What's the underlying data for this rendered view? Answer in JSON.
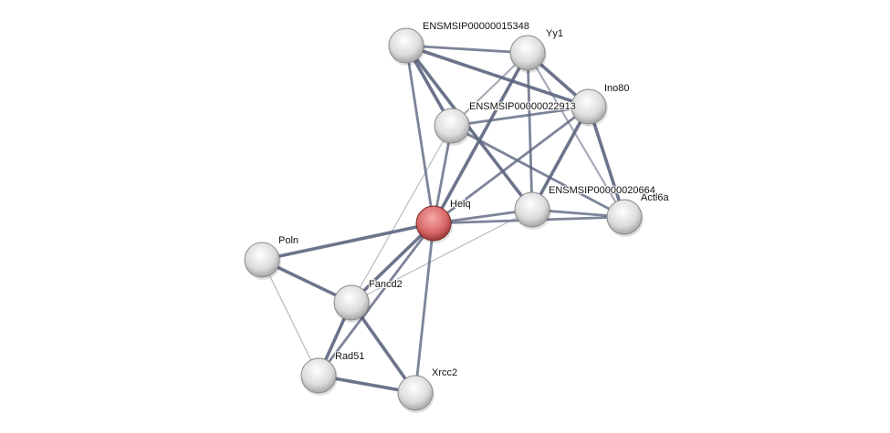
{
  "network": {
    "query_node": "Helq",
    "colors": {
      "query": "#e07070",
      "other": "#e6e6e6",
      "edge": "#5c6580"
    },
    "nodes": [
      {
        "id": "ENSMSIP00000015348",
        "label": "ENSMSIP00000015348"
      },
      {
        "id": "Yy1",
        "label": "Yy1"
      },
      {
        "id": "Ino80",
        "label": "Ino80"
      },
      {
        "id": "ENSMSIP00000022913",
        "label": "ENSMSIP00000022913"
      },
      {
        "id": "ENSMSIP00000020664",
        "label": "ENSMSIP00000020664"
      },
      {
        "id": "Actl6a",
        "label": "Actl6a"
      },
      {
        "id": "Helq",
        "label": "Helq"
      },
      {
        "id": "Poln",
        "label": "Poln"
      },
      {
        "id": "Fancd2",
        "label": "Fancd2"
      },
      {
        "id": "Rad51",
        "label": "Rad51"
      },
      {
        "id": "Xrcc2",
        "label": "Xrcc2"
      }
    ],
    "edges": [
      {
        "from": "ENSMSIP00000015348",
        "to": "Yy1",
        "strength": "medium"
      },
      {
        "from": "ENSMSIP00000015348",
        "to": "Ino80",
        "strength": "high"
      },
      {
        "from": "ENSMSIP00000015348",
        "to": "ENSMSIP00000022913",
        "strength": "high"
      },
      {
        "from": "ENSMSIP00000015348",
        "to": "ENSMSIP00000020664",
        "strength": "high"
      },
      {
        "from": "ENSMSIP00000015348",
        "to": "Helq",
        "strength": "medium"
      },
      {
        "from": "Yy1",
        "to": "Ino80",
        "strength": "high"
      },
      {
        "from": "Yy1",
        "to": "ENSMSIP00000022913",
        "strength": "low"
      },
      {
        "from": "Yy1",
        "to": "Helq",
        "strength": "high"
      },
      {
        "from": "Yy1",
        "to": "ENSMSIP00000020664",
        "strength": "medium"
      },
      {
        "from": "Yy1",
        "to": "Actl6a",
        "strength": "low"
      },
      {
        "from": "Ino80",
        "to": "ENSMSIP00000022913",
        "strength": "medium"
      },
      {
        "from": "Ino80",
        "to": "Helq",
        "strength": "medium"
      },
      {
        "from": "Ino80",
        "to": "ENSMSIP00000020664",
        "strength": "high"
      },
      {
        "from": "Ino80",
        "to": "Actl6a",
        "strength": "high"
      },
      {
        "from": "ENSMSIP00000022913",
        "to": "Helq",
        "strength": "medium"
      },
      {
        "from": "ENSMSIP00000022913",
        "to": "Actl6a",
        "strength": "medium"
      },
      {
        "from": "ENSMSIP00000022913",
        "to": "Fancd2",
        "strength": "thin"
      },
      {
        "from": "ENSMSIP00000020664",
        "to": "Actl6a",
        "strength": "medium"
      },
      {
        "from": "Helq",
        "to": "ENSMSIP00000020664",
        "strength": "medium"
      },
      {
        "from": "Helq",
        "to": "Actl6a",
        "strength": "medium"
      },
      {
        "from": "Helq",
        "to": "Poln",
        "strength": "high"
      },
      {
        "from": "Helq",
        "to": "Fancd2",
        "strength": "high"
      },
      {
        "from": "Helq",
        "to": "Rad51",
        "strength": "medium"
      },
      {
        "from": "Helq",
        "to": "Xrcc2",
        "strength": "medium"
      },
      {
        "from": "ENSMSIP00000020664",
        "to": "Fancd2",
        "strength": "thin"
      },
      {
        "from": "Poln",
        "to": "Fancd2",
        "strength": "high"
      },
      {
        "from": "Poln",
        "to": "Rad51",
        "strength": "thin"
      },
      {
        "from": "Fancd2",
        "to": "Rad51",
        "strength": "high"
      },
      {
        "from": "Fancd2",
        "to": "Xrcc2",
        "strength": "high"
      },
      {
        "from": "Rad51",
        "to": "Xrcc2",
        "strength": "high"
      }
    ]
  }
}
